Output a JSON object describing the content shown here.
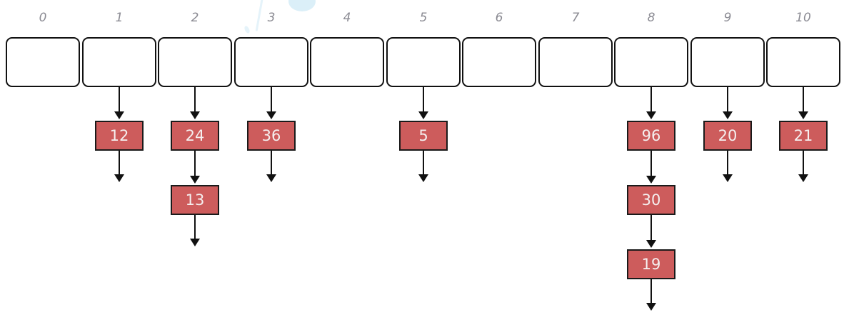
{
  "diagram": {
    "type": "hash-table-separate-chaining",
    "bucket_count": 11,
    "buckets": [
      {
        "index": "0",
        "chain": []
      },
      {
        "index": "1",
        "chain": [
          "12"
        ]
      },
      {
        "index": "2",
        "chain": [
          "24",
          "13"
        ]
      },
      {
        "index": "3",
        "chain": [
          "36"
        ]
      },
      {
        "index": "4",
        "chain": []
      },
      {
        "index": "5",
        "chain": [
          "5"
        ]
      },
      {
        "index": "6",
        "chain": []
      },
      {
        "index": "7",
        "chain": []
      },
      {
        "index": "8",
        "chain": [
          "96",
          "30",
          "19"
        ]
      },
      {
        "index": "9",
        "chain": [
          "20"
        ]
      },
      {
        "index": "10",
        "chain": [
          "21"
        ]
      }
    ],
    "colors": {
      "background": "#ffffff",
      "bucket_fill": "#ffffff",
      "outline": "#111111",
      "node_fill": "#cd5c5c",
      "node_border": "#1a1a1a",
      "node_text": "#f5efef",
      "index_label": "#8b8b93",
      "watermark": "#cfe9f6"
    }
  }
}
